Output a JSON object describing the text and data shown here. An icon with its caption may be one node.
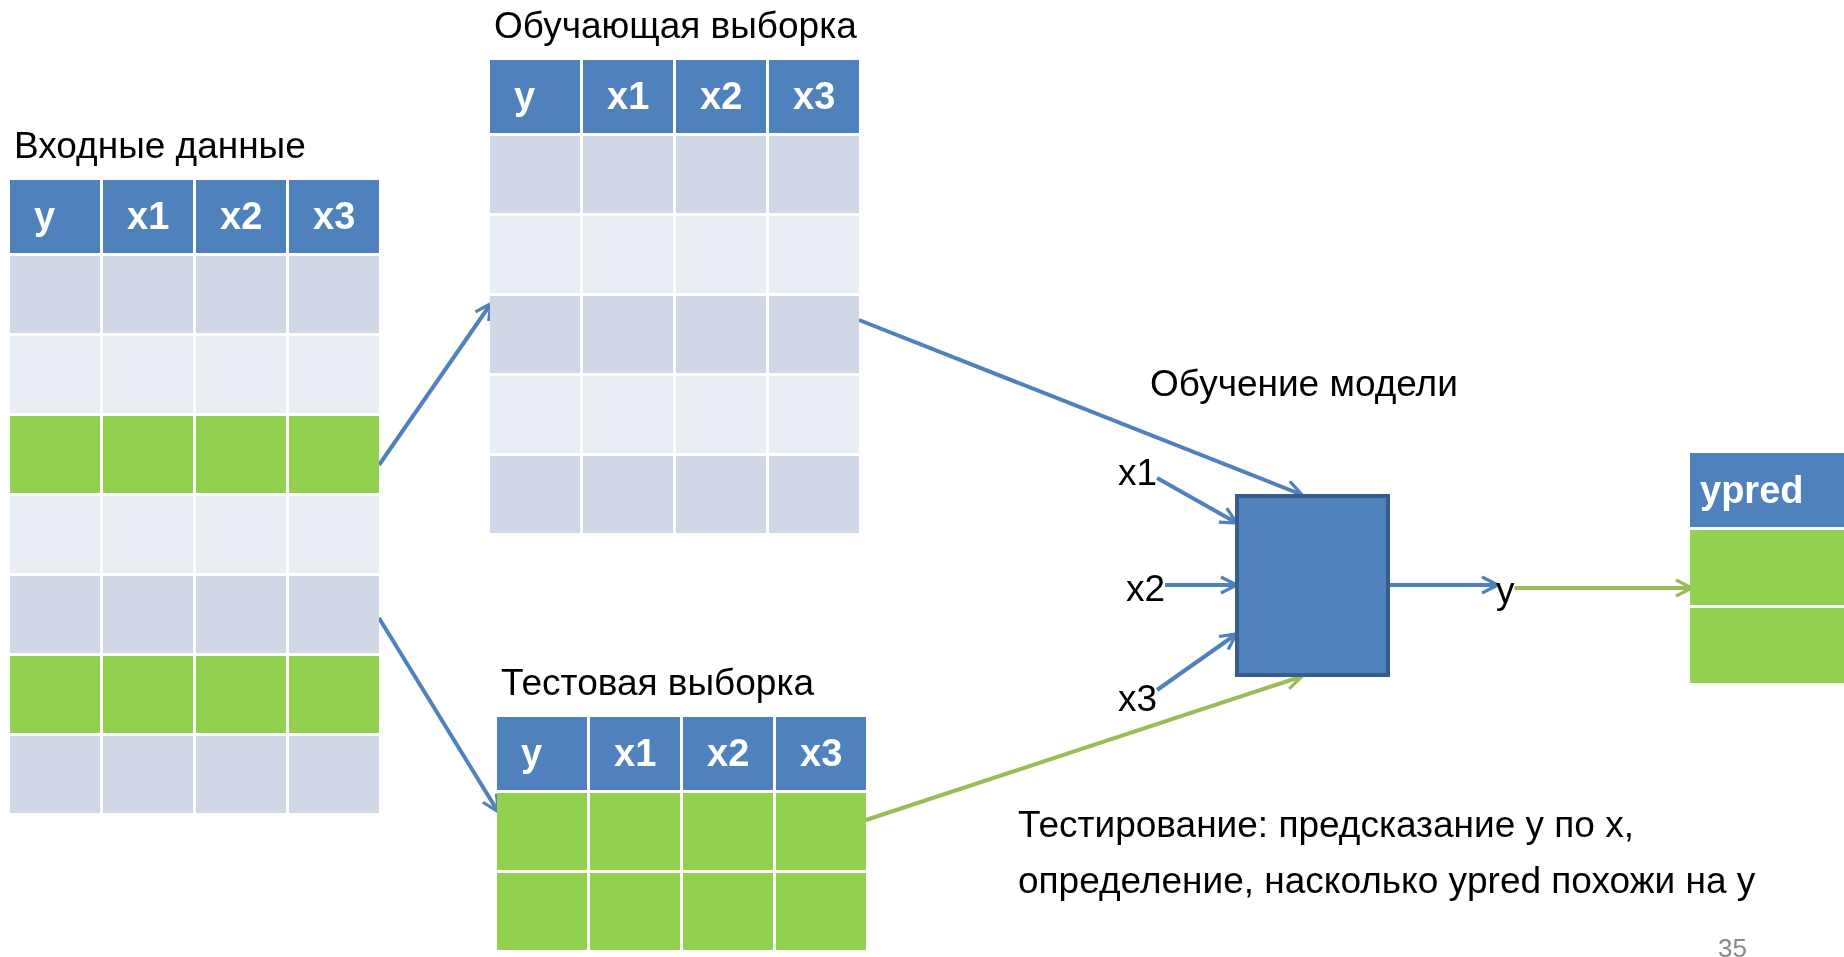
{
  "diagram": {
    "nodes": [
      {
        "text": [
          "Входные данные",
          "y",
          "x1",
          "x2",
          "x3"
        ]
      },
      {
        "text": [
          "Обучающая выборка",
          "y",
          "x1",
          "x2",
          "x3"
        ]
      },
      {
        "text": [
          "Тестовая выборка",
          "y",
          "x1",
          "x2",
          "x3"
        ]
      },
      {
        "text": [],
        "shape": "box"
      },
      {
        "text": [
          "x1"
        ]
      },
      {
        "text": [
          "x2"
        ]
      },
      {
        "text": [
          "x3"
        ]
      },
      {
        "text": [
          "y"
        ]
      },
      {
        "text": [
          "ypred"
        ]
      }
    ],
    "edges": [
      {
        "from": 0,
        "to": 1,
        "arrow": "to"
      },
      {
        "from": 0,
        "to": 2,
        "arrow": "to"
      },
      {
        "from": 1,
        "to": 3,
        "arrow": "to"
      },
      {
        "from": 2,
        "to": 3,
        "arrow": "to",
        "color": "#9bbb59"
      },
      {
        "from": 4,
        "to": 3,
        "arrow": "to"
      },
      {
        "from": 5,
        "to": 3,
        "arrow": "to"
      },
      {
        "from": 6,
        "to": 3,
        "arrow": "to"
      },
      {
        "from": 3,
        "to": 7,
        "arrow": "to"
      },
      {
        "from": 7,
        "to": 8,
        "arrow": "to",
        "color": "#9bbb59"
      }
    ],
    "labels": [
      "Обучение модели",
      "Тестирование: предсказание y по x, определение, насколько ypred похожи на y",
      "35"
    ]
  }
}
